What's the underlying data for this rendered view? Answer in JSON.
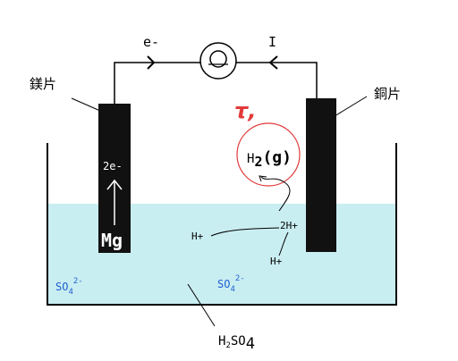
{
  "labels": {
    "electron_flow": "e-",
    "current_flow": "I",
    "left_electrode": "鎂片",
    "right_electrode": "銅片",
    "electrons_released": "2e-",
    "metal": "Mg",
    "gas_product": "H",
    "gas_subscript": "2",
    "gas_state": "(g)",
    "hydrogen_ion_1": "H+",
    "hydrogen_ion_2": "2H+",
    "hydrogen_ion_3": "H+",
    "sulfate_left": "SO",
    "sulfate_left_sub": "4",
    "sulfate_left_sup": "2-",
    "sulfate_right": "SO",
    "sulfate_right_sub": "4",
    "sulfate_right_sup": "2-",
    "electrolyte": "H",
    "electrolyte_sub": "2",
    "electrolyte_tail": "SO",
    "electrolyte_tail_sub": "4",
    "mark": "τ,"
  },
  "colors": {
    "solution": "#c9eef2",
    "electrode": "#111111",
    "highlight_circle": "#e23a3a",
    "ion_text_blue": "#1f5fd0",
    "line": "#000000"
  },
  "icons": {
    "meter": "lamp-circle-icon"
  }
}
